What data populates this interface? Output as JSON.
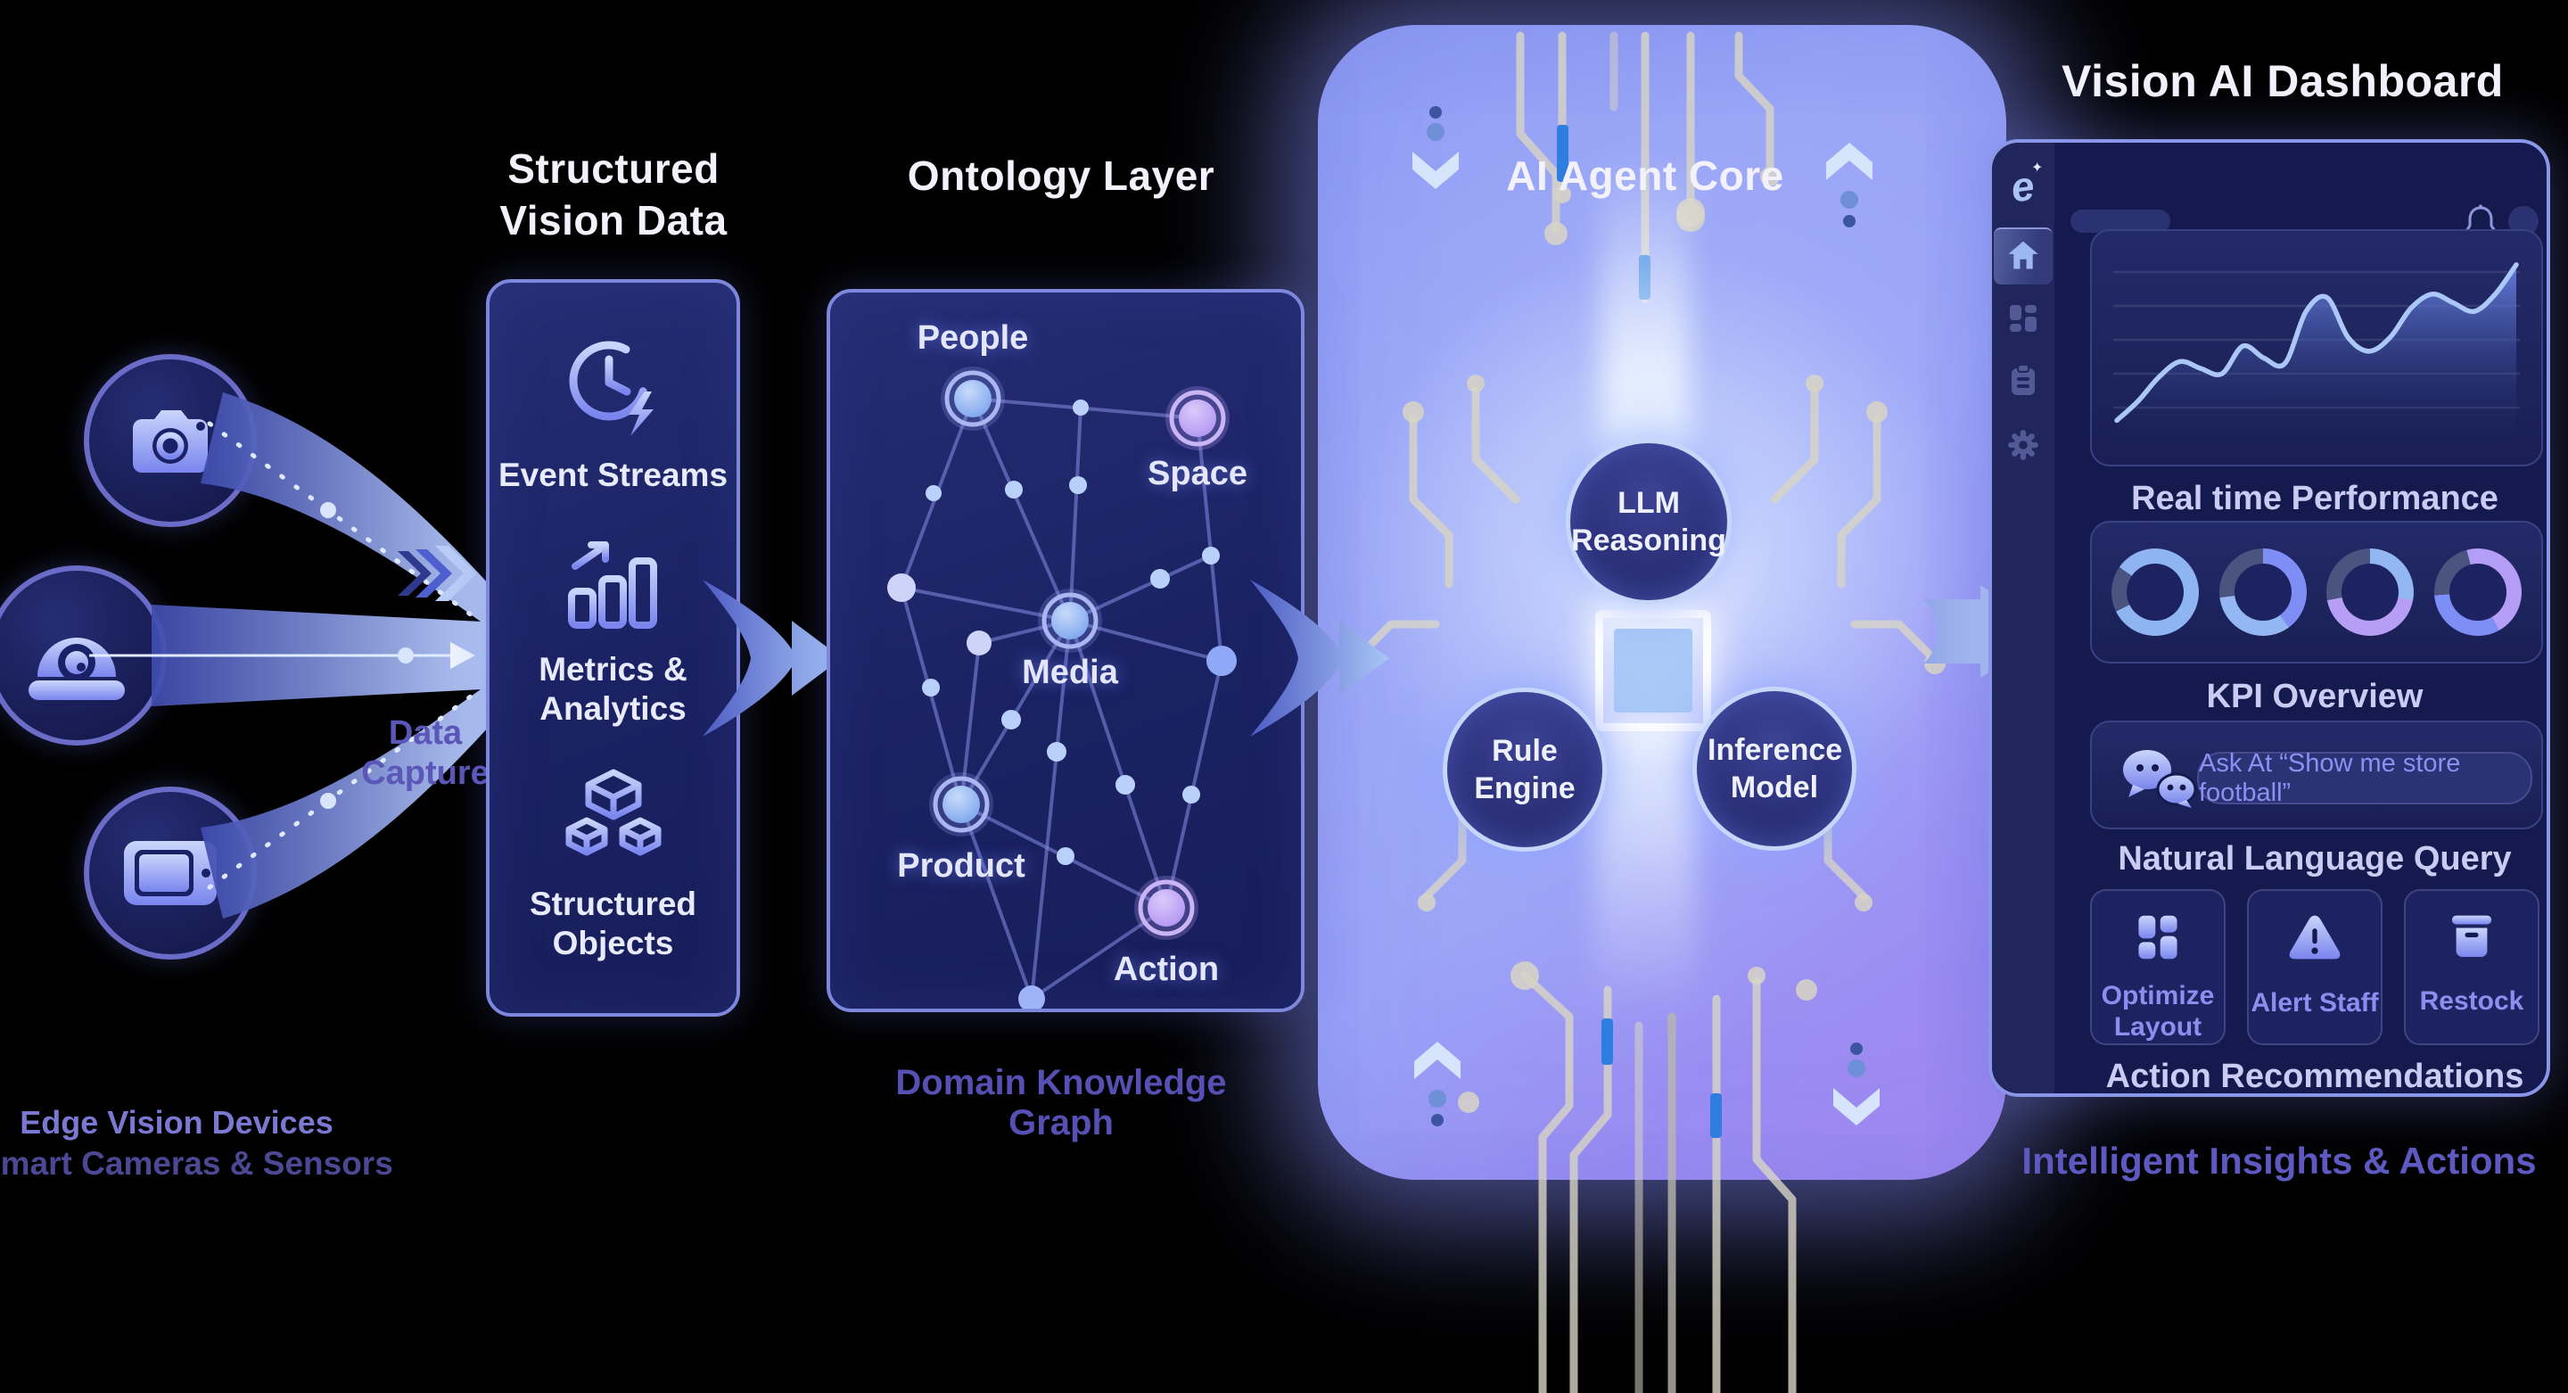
{
  "diagram": {
    "edge_devices": {
      "title": "Edge Vision Devices",
      "subtitle": "Smart Cameras & Sensors",
      "flow_label": "Data Capture",
      "device_icons": [
        "camera-icon",
        "dome-camera-icon",
        "tablet-icon"
      ]
    },
    "structured": {
      "title": "Structured Vision Data",
      "items": [
        {
          "icon": "clock-bolt-icon",
          "label": "Event Streams"
        },
        {
          "icon": "bar-chart-icon",
          "label": "Metrics & Analytics"
        },
        {
          "icon": "cubes-icon",
          "label": "Structured Objects"
        }
      ]
    },
    "ontology": {
      "title": "Ontology Layer",
      "caption": "Domain Knowledge Graph",
      "nodes": [
        {
          "label": "People",
          "color": "blue"
        },
        {
          "label": "Space",
          "color": "purple"
        },
        {
          "label": "Media",
          "color": "blue"
        },
        {
          "label": "Product",
          "color": "blue"
        },
        {
          "label": "Action",
          "color": "purple"
        }
      ]
    },
    "agent": {
      "title": "AI Agent Core",
      "modules": [
        {
          "label": "LLM Reasoning"
        },
        {
          "label": "Rule Engine"
        },
        {
          "label": "Inference Model"
        }
      ]
    },
    "dashboard": {
      "title": "Vision AI Dashboard",
      "caption": "Intelligent Insights & Actions"
    }
  },
  "dashboard_ui": {
    "sidebar": {
      "logo": "vision-logo",
      "items": [
        {
          "icon": "home-icon",
          "active": true
        },
        {
          "icon": "grid-icon",
          "active": false
        },
        {
          "icon": "clipboard-icon",
          "active": false
        },
        {
          "icon": "settings-icon",
          "active": false
        }
      ]
    },
    "topbar": {
      "icons": [
        "bell-icon",
        "avatar"
      ]
    },
    "performance_label": "Real time Performance",
    "kpi_label": "KPI Overview",
    "nlq_label": "Natural Language Query",
    "query_placeholder": "Ask At “Show me store football”",
    "actions_label": "Action Recommendations",
    "actions": [
      {
        "icon": "layout-grid-icon",
        "label": "Optimize Layout"
      },
      {
        "icon": "warning-triangle-icon",
        "label": "Alert Staff"
      },
      {
        "icon": "storage-box-icon",
        "label": "Restock"
      }
    ]
  },
  "colors": {
    "glow_purple": "#8e8ef2",
    "panel_navy": "#1e2566",
    "dashboard_navy": "#151a4e",
    "accent_light_blue": "#8fb4f2",
    "accent_periwinkle": "#7e8ef5",
    "accent_purple": "#b49ef5",
    "circuit_beige": "#d8d4c6",
    "caption_purple": "#5d59c0",
    "title_white": "#f3f2fc"
  },
  "chart_data": [
    {
      "id": "real-time-performance",
      "type": "area",
      "title": "Real time Performance",
      "x": [
        1,
        2,
        3,
        4,
        5,
        6,
        7,
        8,
        9,
        10,
        11,
        12,
        13,
        14,
        15,
        16,
        17,
        18,
        19,
        20
      ],
      "values": [
        7,
        18,
        32,
        41,
        37,
        34,
        50,
        43,
        40,
        70,
        78,
        55,
        47,
        55,
        72,
        80,
        75,
        70,
        80,
        97
      ],
      "ylim": [
        0,
        100
      ],
      "grid_lines": 5,
      "legend": "none",
      "axis_labels": "none"
    },
    {
      "id": "kpi-overview",
      "type": "donut",
      "title": "KPI Overview",
      "donuts": [
        {
          "start_deg": -55,
          "segments": [
            {
              "value": 83,
              "color": "#8fb4f2"
            },
            {
              "value": 17,
              "color": "#4b537f"
            }
          ]
        },
        {
          "start_deg": 0,
          "segments": [
            {
              "value": 40,
              "color": "#7e8ef5"
            },
            {
              "value": 33,
              "color": "#93b7f3"
            },
            {
              "value": 27,
              "color": "#4b537f"
            }
          ]
        },
        {
          "start_deg": 0,
          "segments": [
            {
              "value": 28,
              "color": "#93b7f3"
            },
            {
              "value": 44,
              "color": "#b79ef5"
            },
            {
              "value": 28,
              "color": "#4b537f"
            }
          ]
        },
        {
          "start_deg": -15,
          "segments": [
            {
              "value": 46,
              "color": "#b49ef5"
            },
            {
              "value": 32,
              "color": "#7d8ff5"
            },
            {
              "value": 22,
              "color": "#4b537f"
            }
          ]
        }
      ]
    }
  ]
}
